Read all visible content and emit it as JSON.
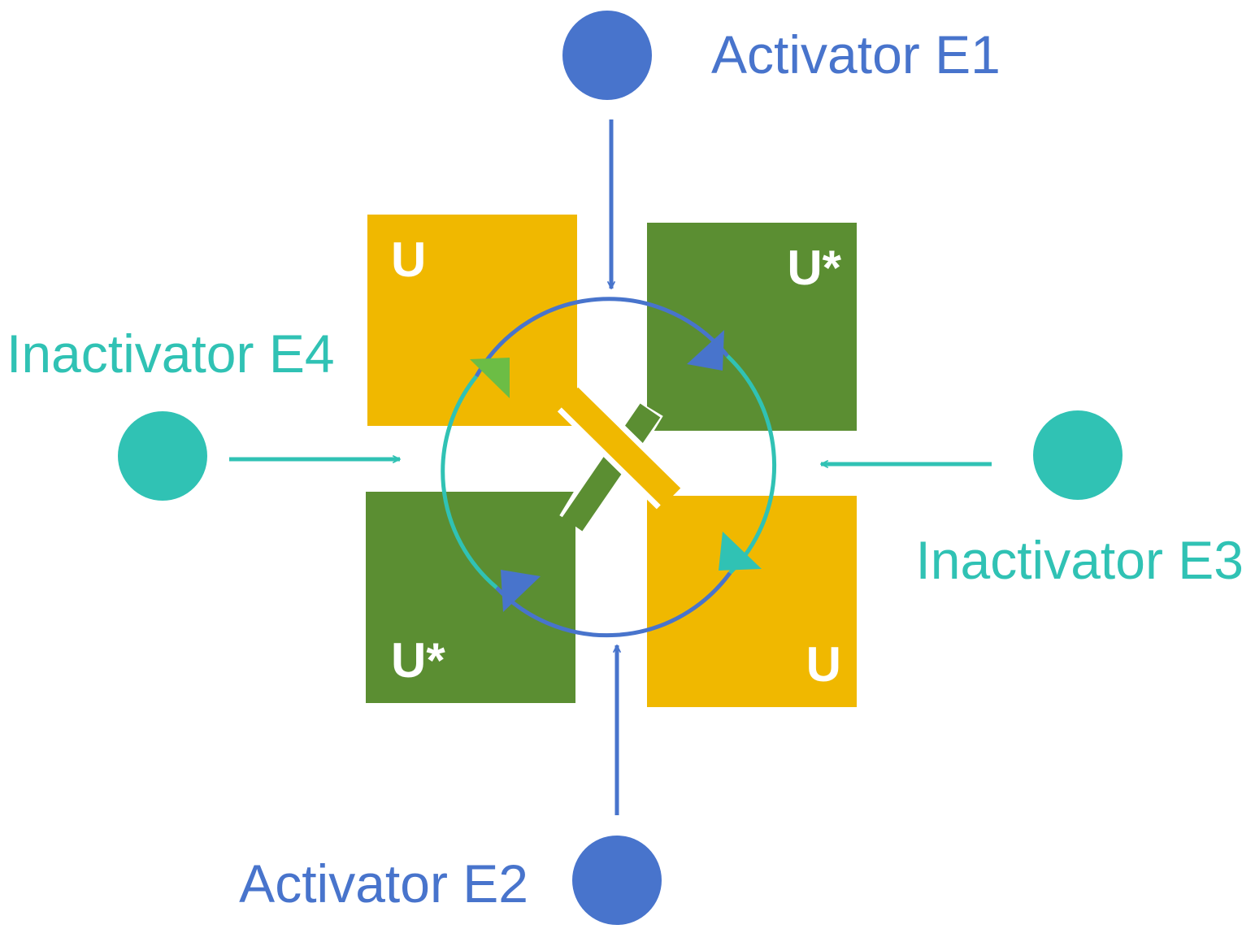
{
  "colors": {
    "activator": "#4874cc",
    "inactivator": "#30c2b4",
    "inactive_state": "#f0b800",
    "active_state": "#5b8e32",
    "marker_green": "#6cbd45"
  },
  "nodes": {
    "e1": {
      "label": "Activator E1"
    },
    "e2": {
      "label": "Activator E2"
    },
    "e3": {
      "label": "Inactivator E3"
    },
    "e4": {
      "label": "Inactivator E4"
    }
  },
  "states": {
    "top_left": "U",
    "top_right": "U*",
    "bottom_left": "U*",
    "bottom_right": "U"
  }
}
